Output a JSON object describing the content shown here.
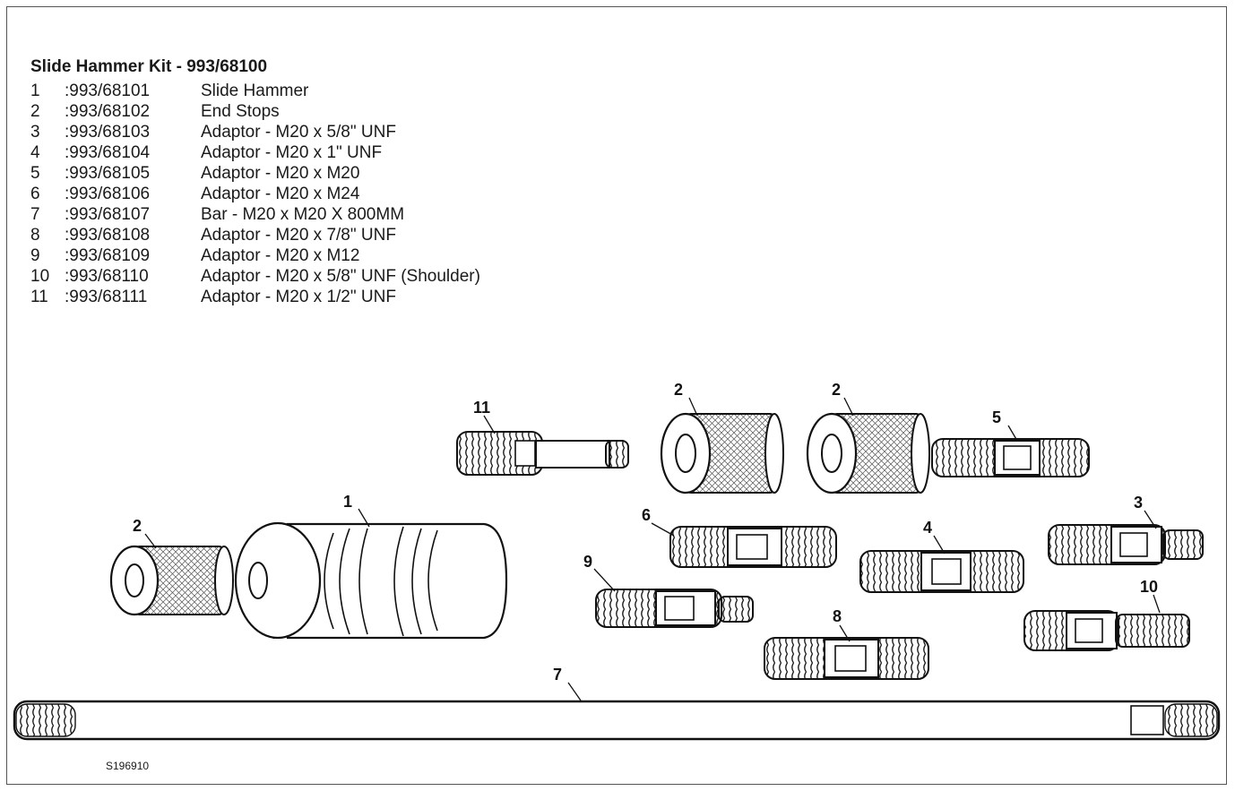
{
  "title": "Slide Hammer Kit - 993/68100",
  "parts": [
    {
      "num": "1",
      "code": ":993/68101",
      "desc": "Slide Hammer"
    },
    {
      "num": "2",
      "code": ":993/68102",
      "desc": "End Stops"
    },
    {
      "num": "3",
      "code": ":993/68103",
      "desc": "Adaptor - M20 x 5/8\" UNF"
    },
    {
      "num": "4",
      "code": ":993/68104",
      "desc": "Adaptor - M20 x 1\" UNF"
    },
    {
      "num": "5",
      "code": ":993/68105",
      "desc": "Adaptor - M20 x M20"
    },
    {
      "num": "6",
      "code": ":993/68106",
      "desc": "Adaptor - M20 x M24"
    },
    {
      "num": "7",
      "code": ":993/68107",
      "desc": "Bar - M20 x M20 X 800MM"
    },
    {
      "num": "8",
      "code": ":993/68108",
      "desc": "Adaptor - M20 x 7/8\" UNF"
    },
    {
      "num": "9",
      "code": ":993/68109",
      "desc": "Adaptor - M20 x M12"
    },
    {
      "num": "10",
      "code": ":993/68110",
      "desc": "Adaptor - M20 x 5/8\" UNF (Shoulder)"
    },
    {
      "num": "11",
      "code": ":993/68111",
      "desc": "Adaptor - M20 x 1/2\" UNF"
    }
  ],
  "callouts": {
    "c1": "1",
    "c2a": "2",
    "c2b": "2",
    "c2c": "2",
    "c3": "3",
    "c4": "4",
    "c5": "5",
    "c6": "6",
    "c7": "7",
    "c8": "8",
    "c9": "9",
    "c10": "10",
    "c11": "11"
  },
  "figure_ref": "S196910"
}
